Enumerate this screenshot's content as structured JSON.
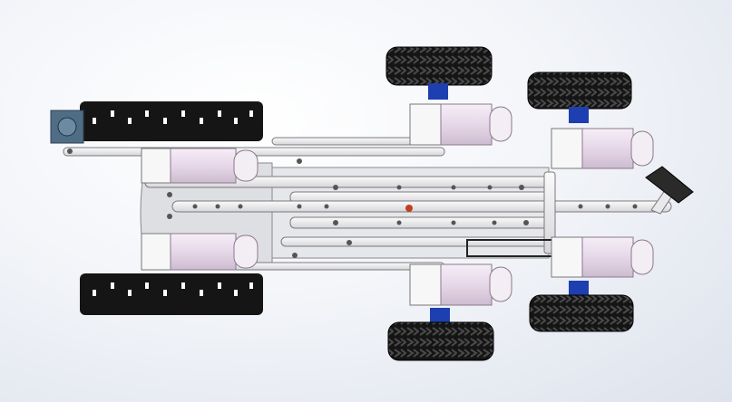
{
  "scene": {
    "background_top": "#ffffff",
    "background_bottom": "#dde2ec",
    "colors": {
      "tire": "#141414",
      "tire_tread": "#3a3a3a",
      "hub": "#1d3fb0",
      "motor": "#e8dbe9",
      "motor_edge": "#8a7a8c",
      "frame": "#ececee",
      "frame_edge": "#777",
      "sensor": "#4f6e86",
      "gripper": "#2a2a2a"
    },
    "parts": [
      "crawler-track",
      "motor",
      "offroad-wheel",
      "wheel-hub",
      "chassis-link",
      "ultrasonic-sensor",
      "gripper"
    ]
  }
}
